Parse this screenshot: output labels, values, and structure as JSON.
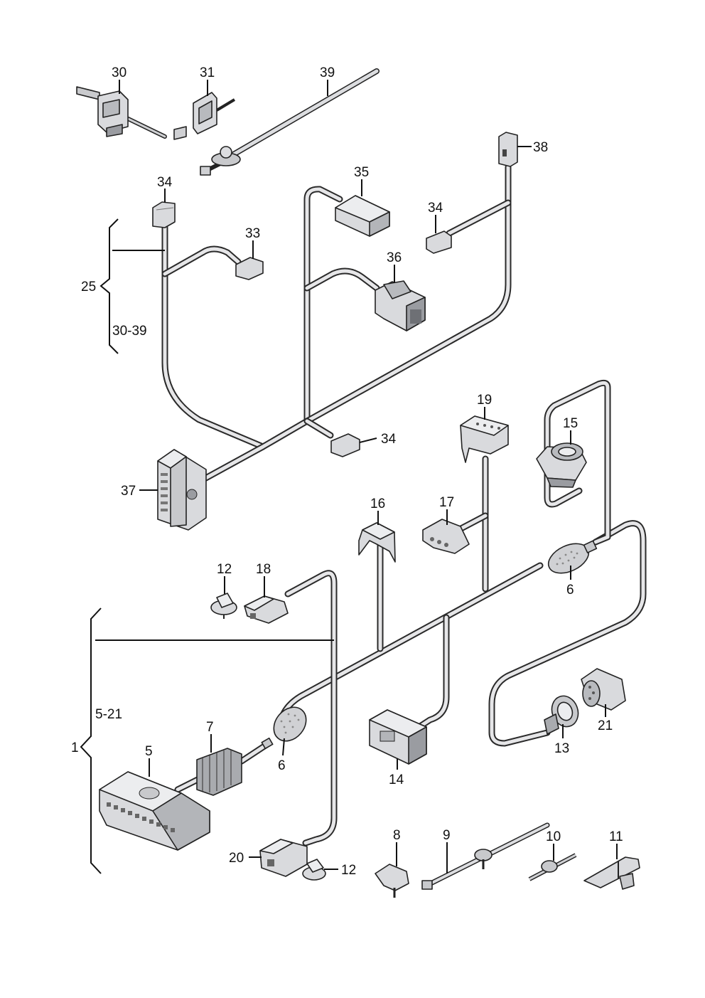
{
  "callouts": {
    "c30": "30",
    "c31": "31",
    "c39": "39",
    "c38": "38",
    "c34a": "34",
    "c35": "35",
    "c34b": "34",
    "c33": "33",
    "c36": "36",
    "c25": "25",
    "c30_39": "30-39",
    "c34c": "34",
    "c37": "37",
    "c19": "19",
    "c15": "15",
    "c16": "16",
    "c17": "17",
    "c6a": "6",
    "c12a": "12",
    "c18": "18",
    "c5_21": "5-21",
    "c1": "1",
    "c7": "7",
    "c5": "5",
    "c6b": "6",
    "c14": "14",
    "c13": "13",
    "c21": "21",
    "c20": "20",
    "c12b": "12",
    "c8": "8",
    "c9": "9",
    "c10": "10",
    "c11": "11"
  },
  "colors": {
    "part_fill": "#d9dadd",
    "part_dark": "#9a9ca1",
    "wire": "#2a2a2a",
    "wire_inner": "#e6e6e8"
  }
}
